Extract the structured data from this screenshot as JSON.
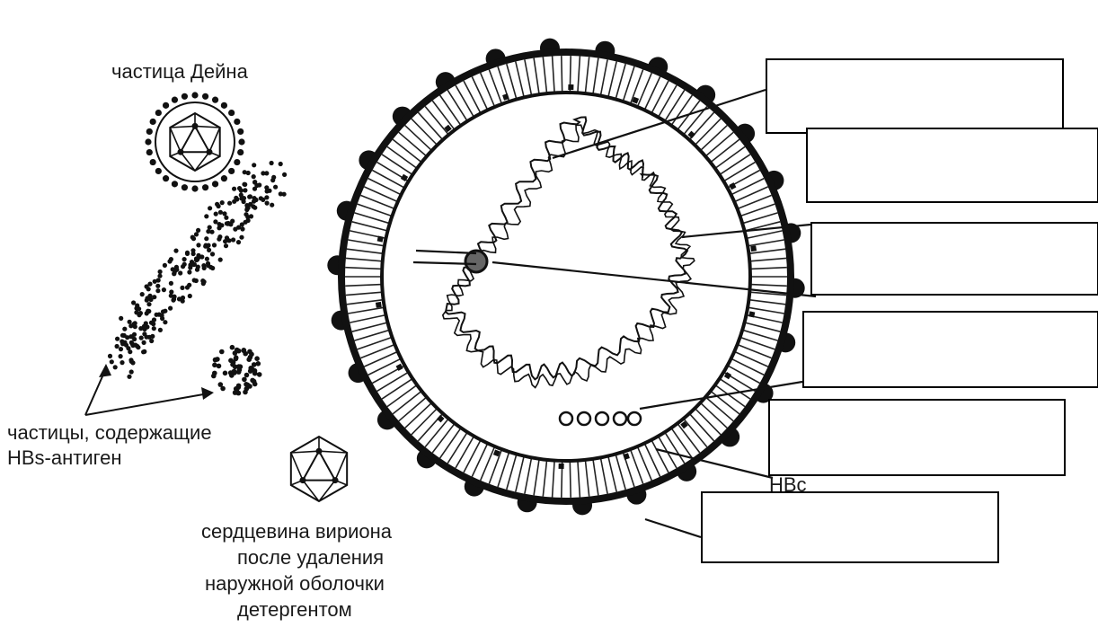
{
  "labels": {
    "dane_particle": "частица Дейна",
    "hbs_particles_line1": "частицы, содержащие",
    "hbs_particles_line2": "HBs-антиген",
    "core_line1": "сердцевина вириона",
    "core_line2": "после удаления",
    "core_line3": "наружной  оболочки",
    "core_line4": "детергентом",
    "hbc": "HBc"
  },
  "answer_boxes": [
    "",
    "",
    "",
    "",
    "",
    ""
  ]
}
